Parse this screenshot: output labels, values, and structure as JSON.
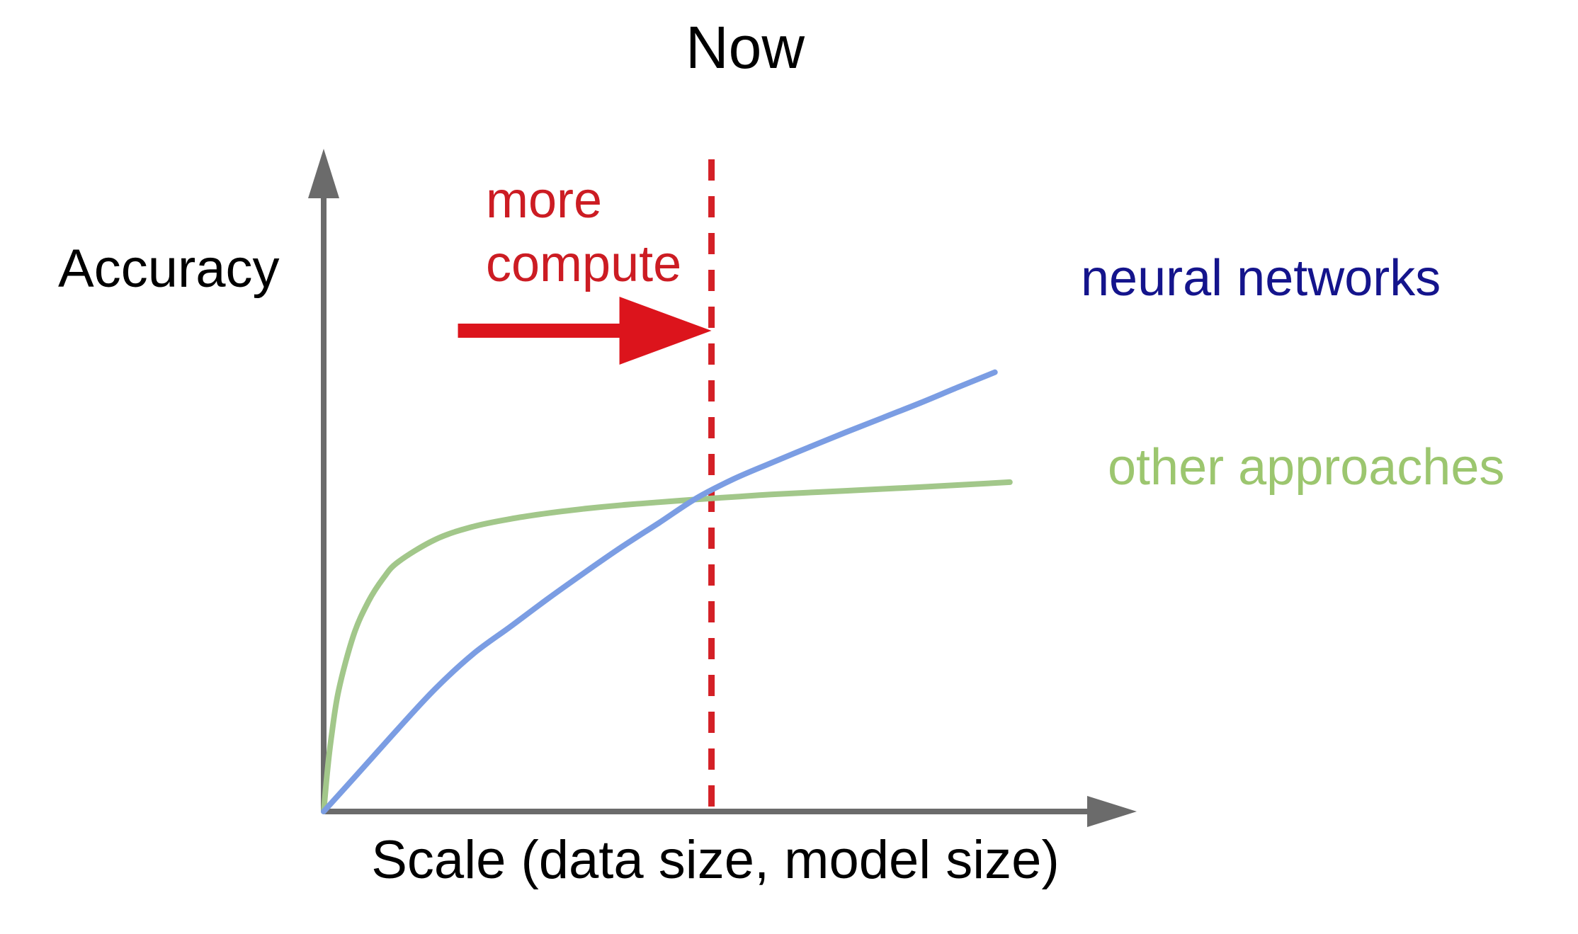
{
  "chart_data": {
    "type": "line",
    "title": "Now",
    "xlabel": "Scale (data size, model size)",
    "ylabel": "Accuracy",
    "grid": false,
    "xlim": [
      0,
      1
    ],
    "ylim": [
      0,
      1
    ],
    "series": [
      {
        "name": "neural networks",
        "color": "#7b9de3",
        "x": [
          0,
          0.05,
          0.1,
          0.15,
          0.2,
          0.25,
          0.3,
          0.35,
          0.4,
          0.45,
          0.5,
          0.55,
          0.6,
          0.65,
          0.7,
          0.75,
          0.8,
          0.85,
          0.9
        ],
        "y": [
          0,
          0.101,
          0.203,
          0.301,
          0.385,
          0.452,
          0.52,
          0.585,
          0.648,
          0.707,
          0.767,
          0.814,
          0.853,
          0.891,
          0.928,
          0.964,
          1.0,
          1.038,
          1.075
        ]
      },
      {
        "name": "other approaches",
        "color": "#a2c78a",
        "x": [
          0,
          0.005,
          0.01,
          0.02,
          0.04,
          0.06,
          0.08,
          0.1,
          0.15,
          0.2,
          0.25,
          0.3,
          0.35,
          0.4,
          0.45,
          0.5,
          0.55,
          0.6,
          0.7,
          0.8,
          0.92
        ],
        "y": [
          0,
          0.1,
          0.178,
          0.296,
          0.431,
          0.514,
          0.571,
          0.611,
          0.666,
          0.697,
          0.716,
          0.73,
          0.741,
          0.75,
          0.757,
          0.764,
          0.77,
          0.776,
          0.785,
          0.794,
          0.806
        ]
      }
    ],
    "marker_line": {
      "x": 0.52,
      "style": "dashed",
      "color": "#d42026"
    },
    "annotation": {
      "lines": [
        "more",
        "compute"
      ],
      "color": "#cc1c23",
      "arrow_color": "#dc141c",
      "arrow_direction": "right",
      "arrow_from_x": 0.18,
      "arrow_to_x": 0.52
    },
    "axis_color": "#6b6b6b",
    "label_colors": {
      "neural networks": "#14148c",
      "other approaches": "#9cc66f"
    }
  }
}
